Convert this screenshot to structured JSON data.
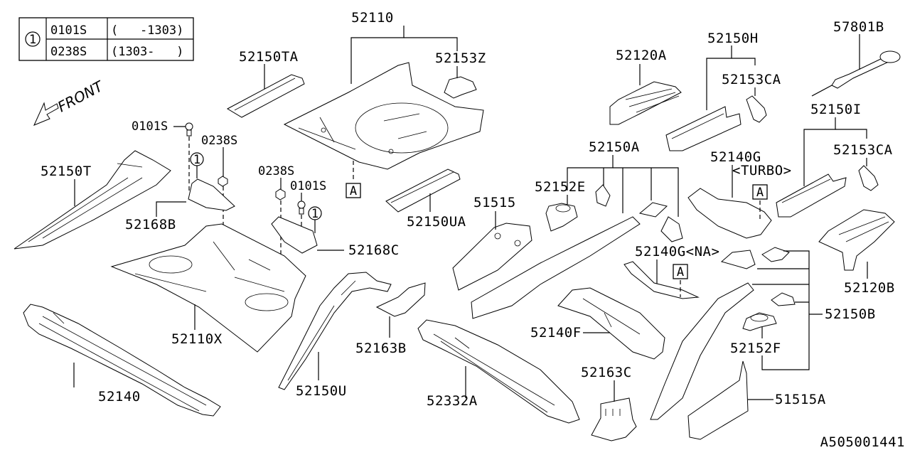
{
  "diagram": {
    "id_code": "A505001441",
    "legend_table": {
      "symbol": "1",
      "rows": [
        {
          "part": "0101S",
          "range": "(   -1303)"
        },
        {
          "part": "0238S",
          "range": "(1303-   )"
        }
      ]
    },
    "direction_label": "FRONT",
    "reference_marker": "A",
    "callout_symbol": "1",
    "labels": {
      "p52110": "52110",
      "p52150TA": "52150TA",
      "p52153Z": "52153Z",
      "p52120A": "52120A",
      "p52150H": "52150H",
      "p52153CA_top": "52153CA",
      "p57801B": "57801B",
      "p52150I": "52150I",
      "p52153CA_right": "52153CA",
      "p0101S_left": "0101S",
      "p0238S_left": "0238S",
      "p0238S_mid": "0238S",
      "p0101S_mid": "0101S",
      "p52150T": "52150T",
      "p52168B": "52168B",
      "p52168C": "52168C",
      "p52110X": "52110X",
      "p52150UA": "52150UA",
      "p51515": "51515",
      "p52150A": "52150A",
      "p52152E": "52152E",
      "p52140G_turbo": "52140G",
      "turbo_note": "<TURBO>",
      "p52140G_na": "52140G<NA>",
      "p52120B": "52120B",
      "p52150B": "52150B",
      "p52152F": "52152F",
      "p51515A": "51515A",
      "p52140F": "52140F",
      "p52163C": "52163C",
      "p52163B": "52163B",
      "p52150U": "52150U",
      "p52332A": "52332A",
      "p52140": "52140"
    }
  }
}
